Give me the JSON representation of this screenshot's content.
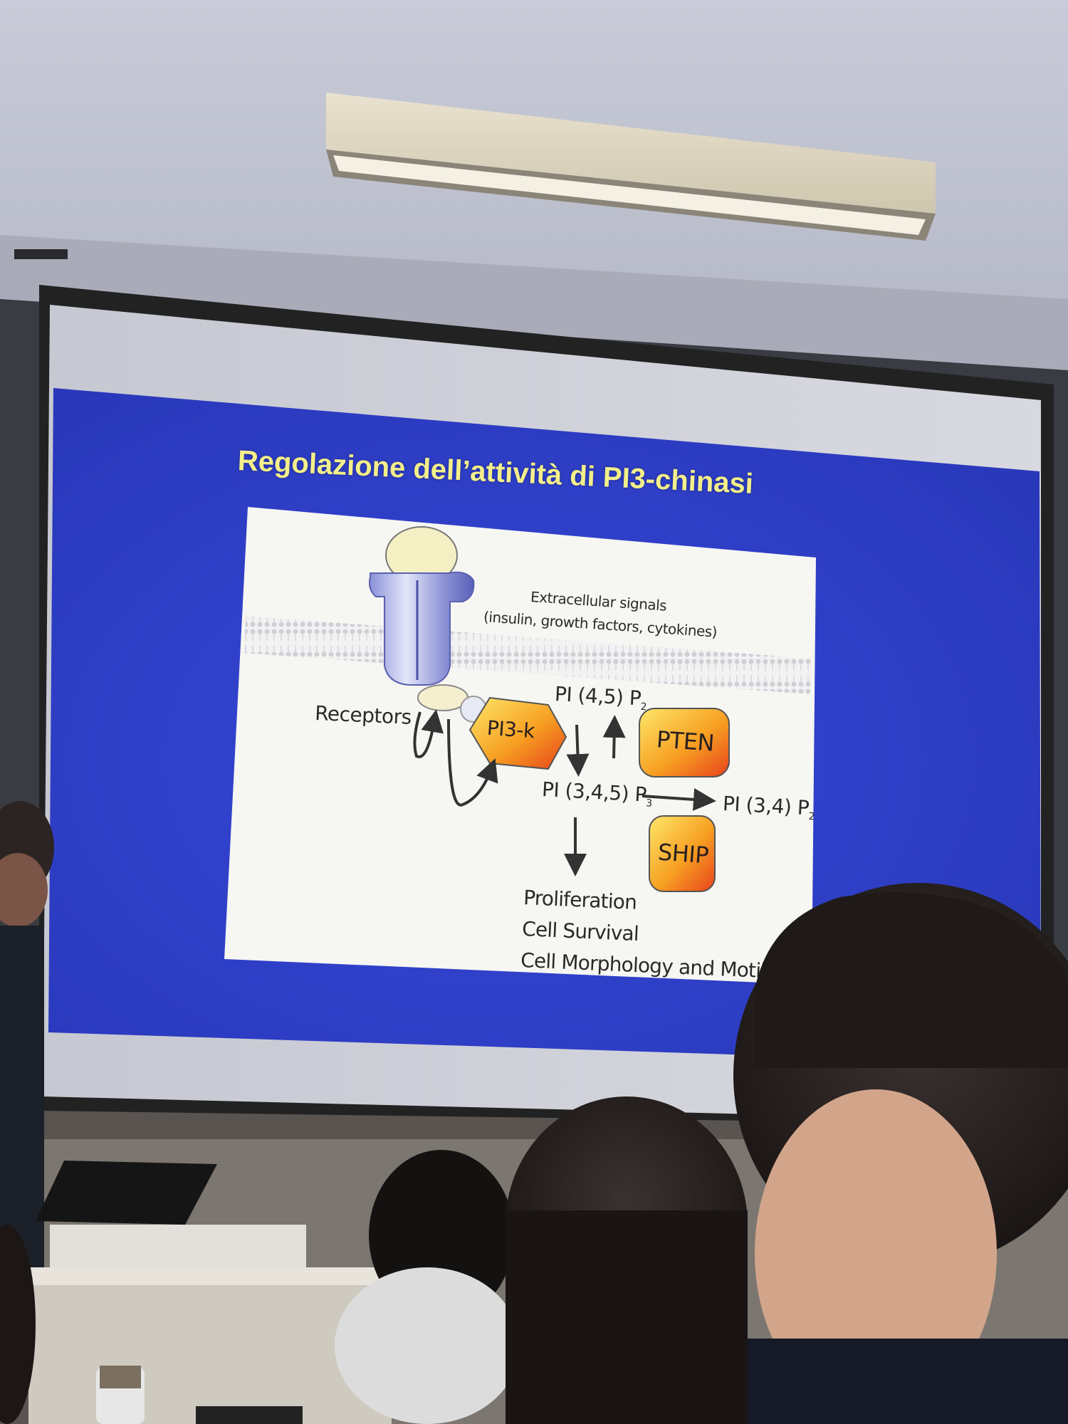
{
  "slide": {
    "title": "Regolazione dell’attività di PI3-chinasi",
    "background_color": "#2f3fd0",
    "title_color": "#f3ef8a"
  },
  "diagram": {
    "extracellular_line1": "Extracellular signals",
    "extracellular_line2": "(insulin, growth factors, cytokines)",
    "receptors_label": "Receptors",
    "pi3k_label": "PI3-k",
    "pip2_label": "PI (4,5) P",
    "pip2_subscript": "2",
    "pip3_label": "PI (3,4,5) P",
    "pip3_subscript": "3",
    "pi34p2_label": "PI (3,4) P",
    "pi34p2_subscript": "2",
    "pten_label": "PTEN",
    "ship_label": "SHIP",
    "outcomes": [
      "Proliferation",
      "Cell Survival",
      "Cell Morphology and Motility"
    ],
    "enzyme_colors": [
      "#fde76a",
      "#f7a022",
      "#e8421c"
    ]
  }
}
